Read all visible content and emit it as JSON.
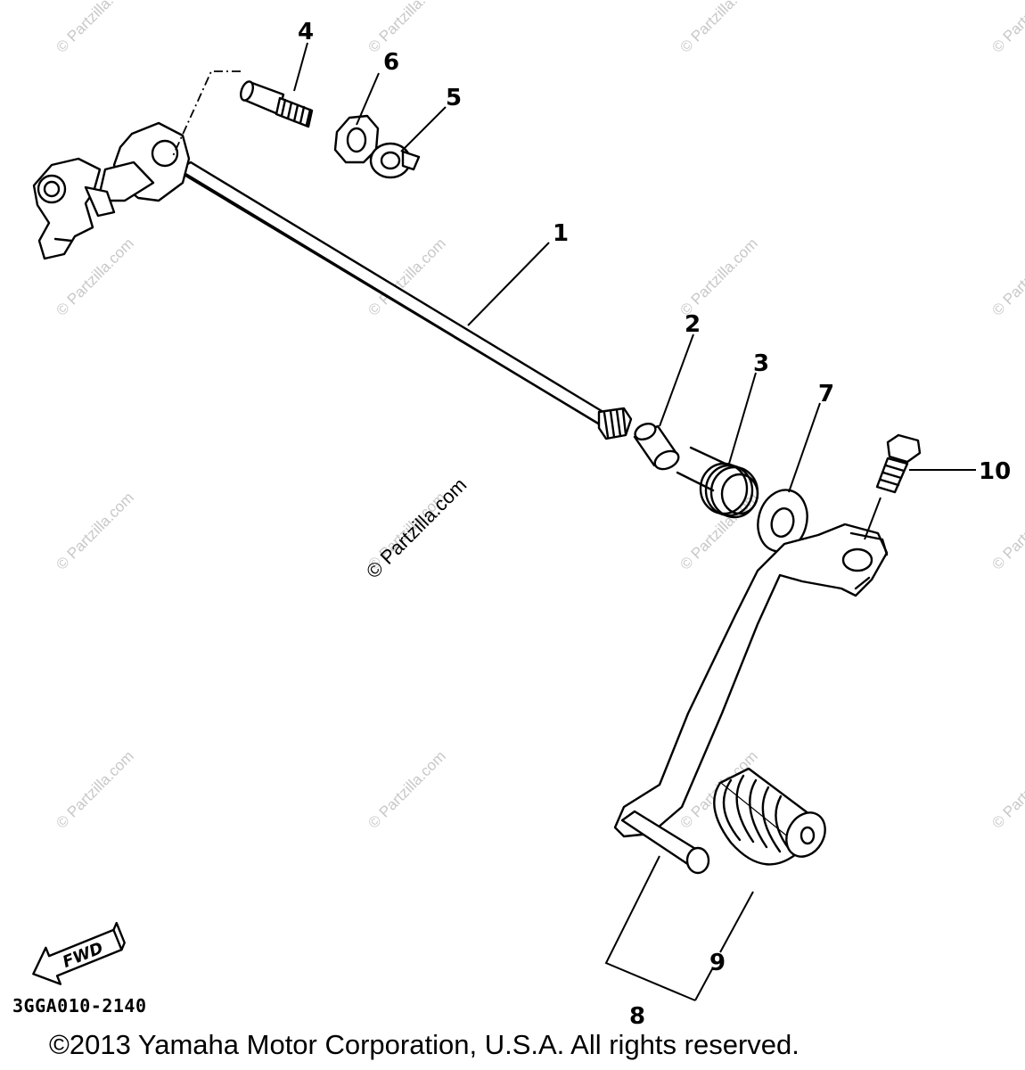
{
  "watermark_text": "© Partzilla.com",
  "center_watermark_text": "© Partzilla.com",
  "part_code": "3GGA010-2140",
  "fwd_label": "FWD",
  "copyright": "©2013 Yamaha Motor Corporation, U.S.A. All rights reserved.",
  "callouts": [
    {
      "id": "1",
      "label": "1"
    },
    {
      "id": "2",
      "label": "2"
    },
    {
      "id": "3",
      "label": "3"
    },
    {
      "id": "4",
      "label": "4"
    },
    {
      "id": "5",
      "label": "5"
    },
    {
      "id": "6",
      "label": "6"
    },
    {
      "id": "7",
      "label": "7"
    },
    {
      "id": "8",
      "label": "8"
    },
    {
      "id": "9",
      "label": "9"
    },
    {
      "id": "10",
      "label": "10"
    }
  ]
}
